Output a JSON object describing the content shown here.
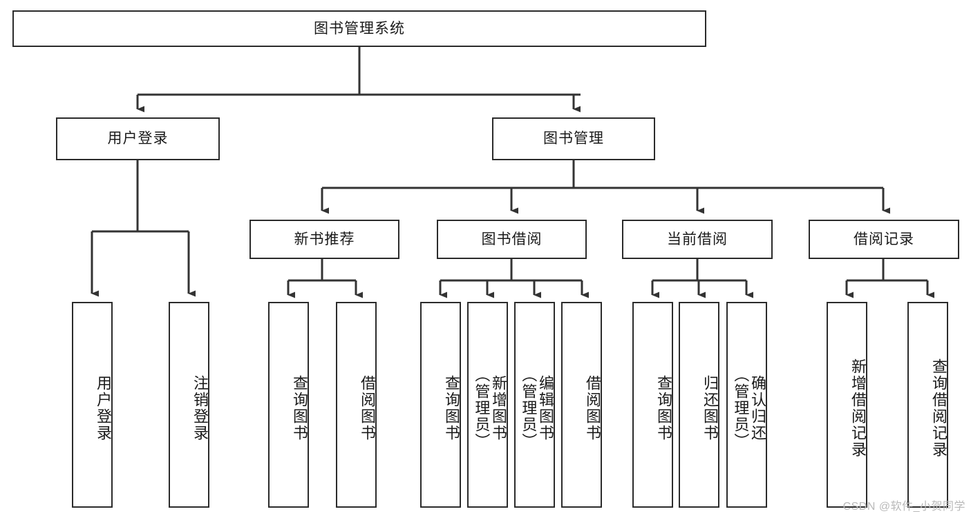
{
  "diagram": {
    "title": "图书管理系统",
    "type": "tree-hierarchy-diagram",
    "colors": {
      "box_border": "#2b2b2b",
      "box_fill": "#ffffff",
      "connector": "#333333",
      "text": "#1a1a1a",
      "watermark": "#b9b9b9"
    },
    "root": {
      "label": "图书管理系统"
    },
    "level2": [
      {
        "label": "用户登录"
      },
      {
        "label": "图书管理"
      }
    ],
    "level3": [
      {
        "label": "新书推荐"
      },
      {
        "label": "图书借阅"
      },
      {
        "label": "当前借阅"
      },
      {
        "label": "借阅记录"
      }
    ],
    "leaves": {
      "user_login": [
        {
          "label": "用户登录"
        },
        {
          "label": "注销登录"
        }
      ],
      "new_book_recommend": [
        {
          "label": "查询图书"
        },
        {
          "label": "借阅图书"
        }
      ],
      "book_borrow": [
        {
          "label": "查询图书"
        },
        {
          "label": "新增图书\n（管理员）"
        },
        {
          "label": "编辑图书\n（管理员）"
        },
        {
          "label": "借阅图书"
        }
      ],
      "current_borrow": [
        {
          "label": "查询图书"
        },
        {
          "label": "归还图书"
        },
        {
          "label": "确认归还\n（管理员）"
        }
      ],
      "borrow_record": [
        {
          "label": "新增借阅记录"
        },
        {
          "label": "查询借阅记录"
        }
      ]
    },
    "watermark": "CSDN @软件_小贺同学"
  }
}
